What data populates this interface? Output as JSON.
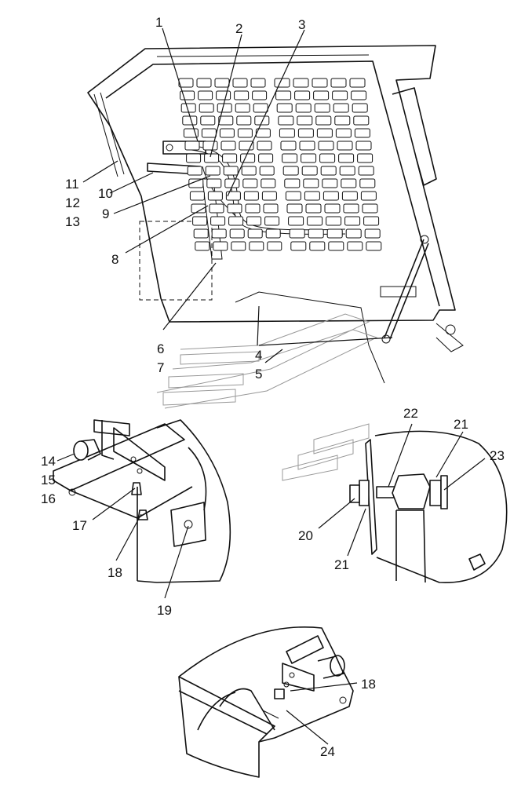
{
  "callouts": {
    "c1": "1",
    "c2": "2",
    "c3": "3",
    "c4": "4",
    "c5": "5",
    "c6": "6",
    "c7": "7",
    "c8": "8",
    "c9": "9",
    "c10": "10",
    "c11": "11",
    "c12": "12",
    "c13": "13",
    "c14": "14",
    "c15": "15",
    "c16": "16",
    "c17": "17",
    "c18a": "18",
    "c19": "19",
    "c20": "20",
    "c21a": "21",
    "c21b": "21",
    "c22": "22",
    "c23": "23",
    "c18b": "18",
    "c24": "24"
  }
}
